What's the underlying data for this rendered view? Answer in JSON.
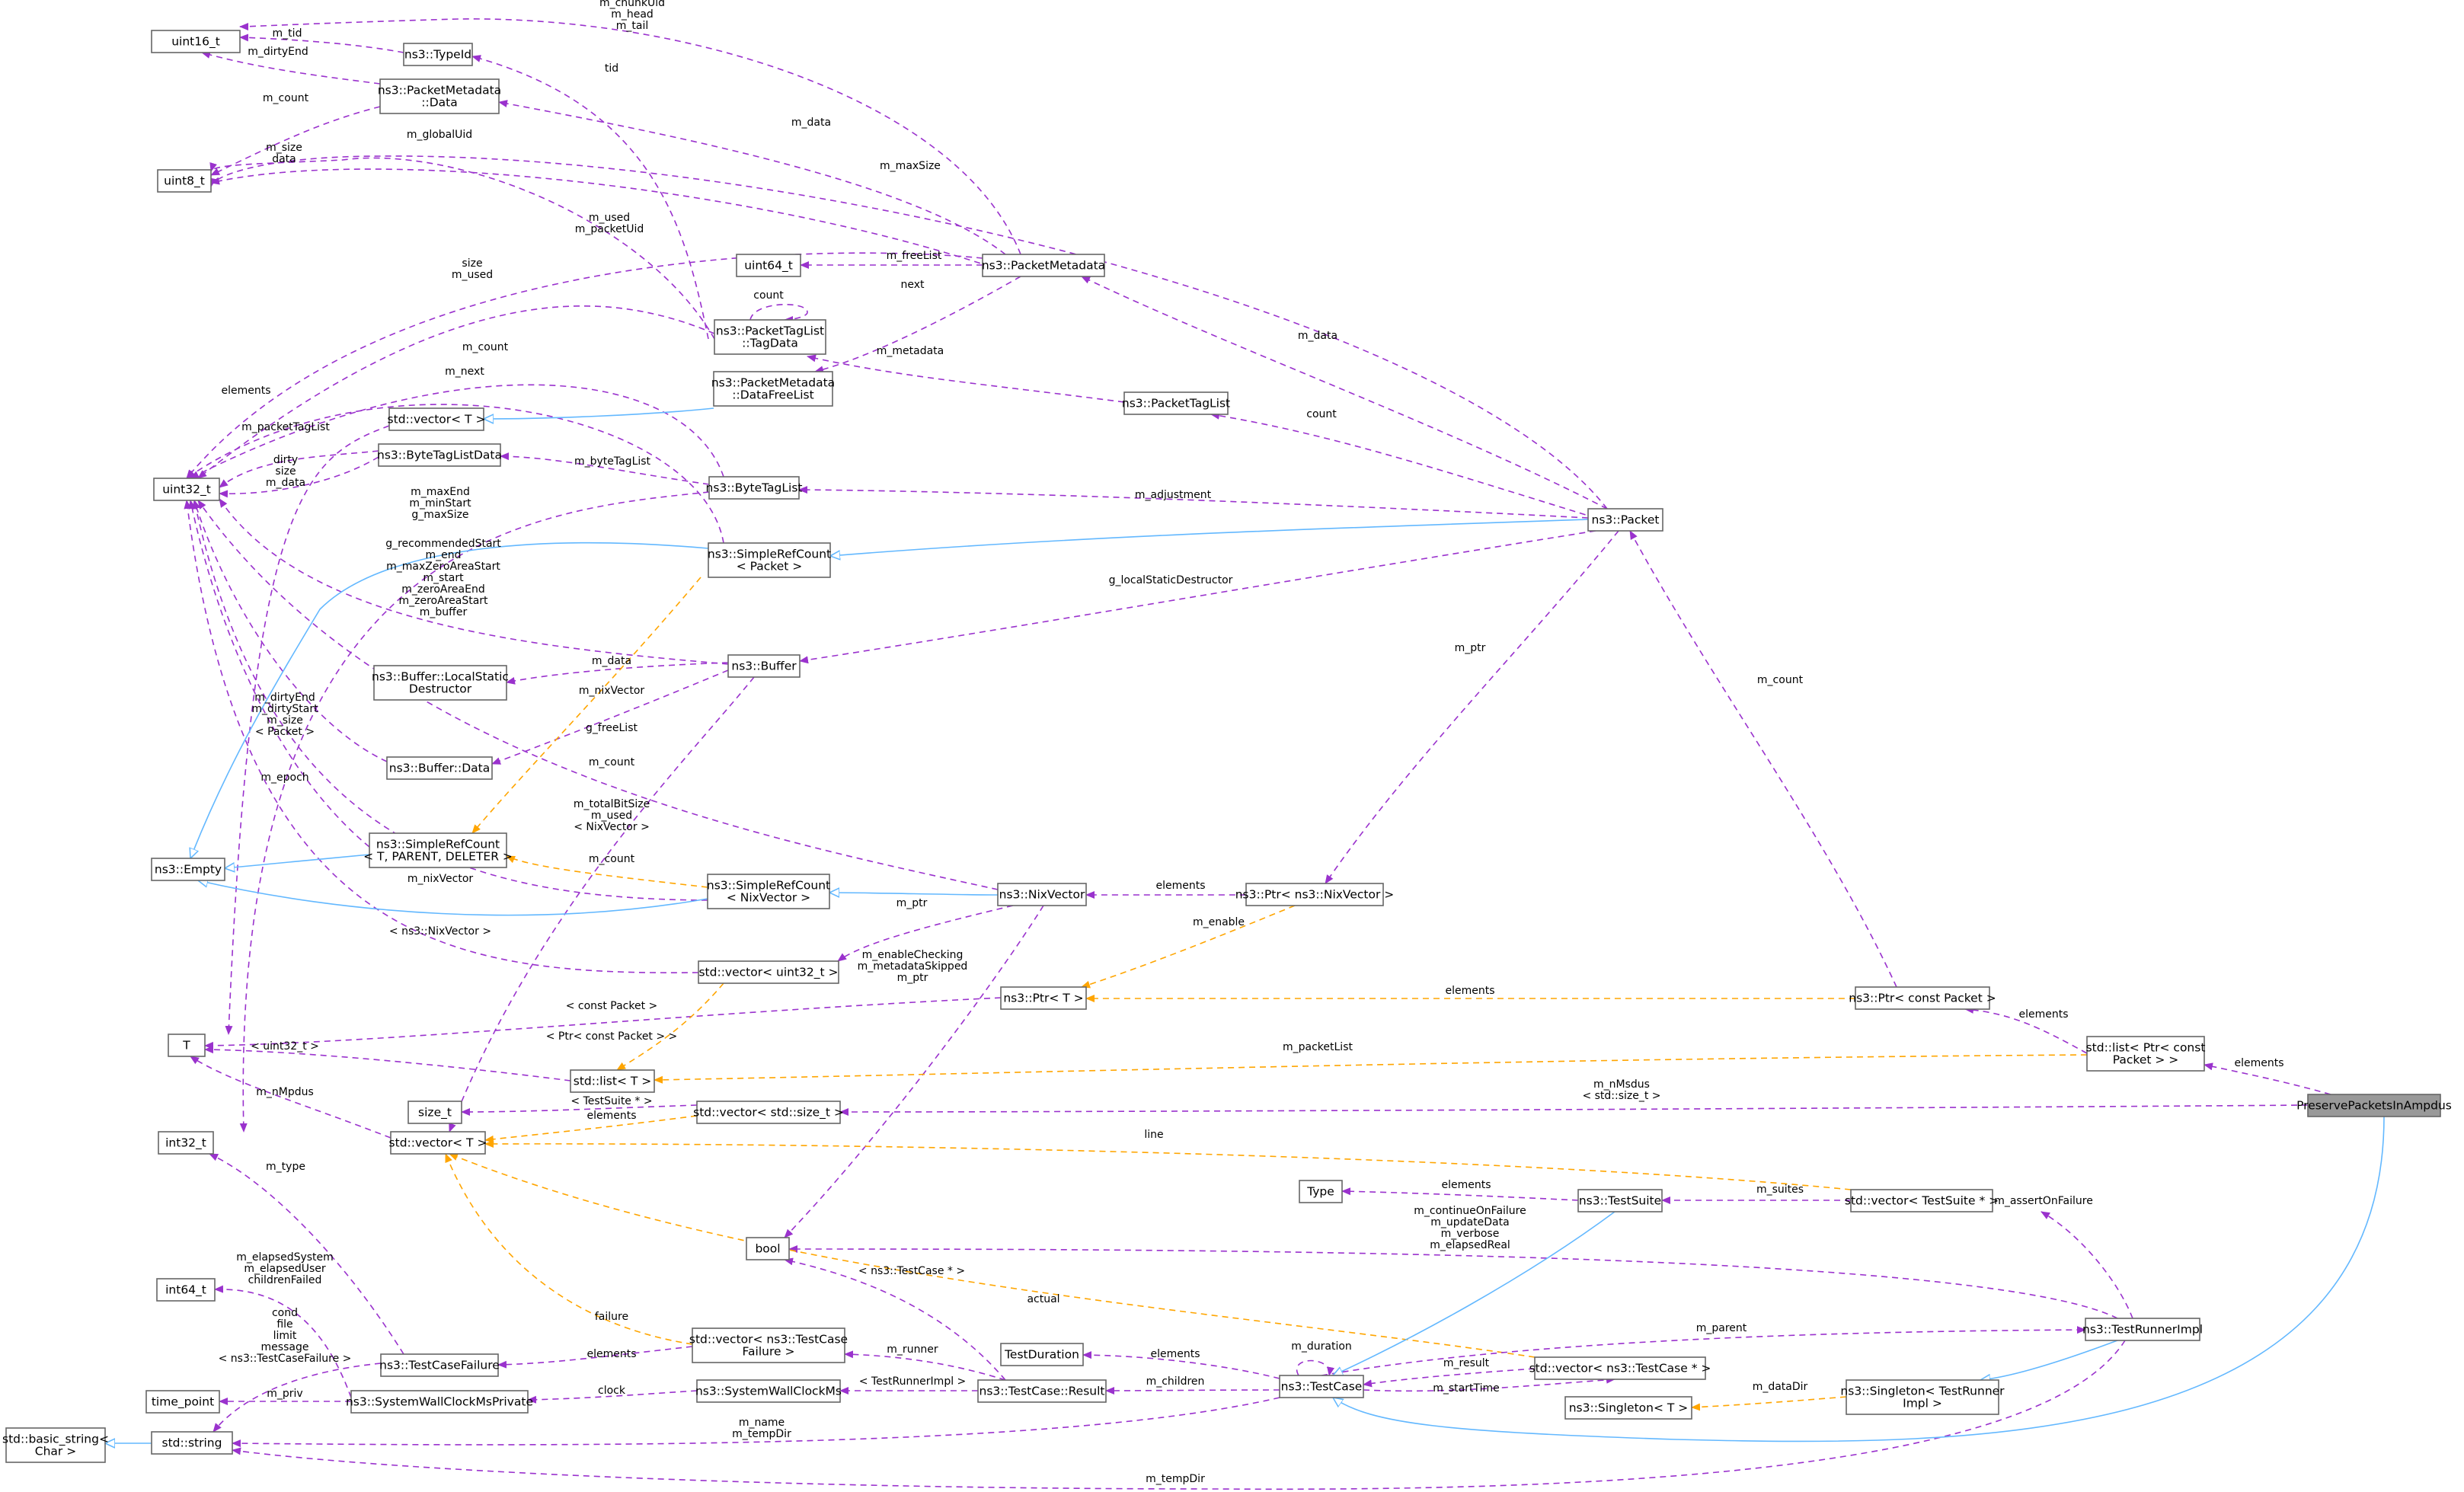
{
  "diagram": {
    "title": "PreservePacketsInAmpdus collaboration graph",
    "colors": {
      "usage": "#9a32cd",
      "inheritance": "#63b8ff",
      "template": "#ffa500",
      "highlight_fill": "#999999",
      "node_border": "#666666"
    },
    "nodes": [
      {
        "id": "uint16",
        "label": [
          "uint16_t"
        ]
      },
      {
        "id": "typeid",
        "label": [
          "ns3::TypeId"
        ]
      },
      {
        "id": "pmdata",
        "label": [
          "ns3::PacketMetadata",
          "::Data"
        ]
      },
      {
        "id": "uint8",
        "label": [
          "uint8_t"
        ]
      },
      {
        "id": "uint64",
        "label": [
          "uint64_t"
        ]
      },
      {
        "id": "pmeta",
        "label": [
          "ns3::PacketMetadata"
        ]
      },
      {
        "id": "tagdata",
        "label": [
          "ns3::PacketTagList",
          "::TagData"
        ]
      },
      {
        "id": "dfl",
        "label": [
          "ns3::PacketMetadata",
          "::DataFreeList"
        ]
      },
      {
        "id": "ptaglist",
        "label": [
          "ns3::PacketTagList"
        ]
      },
      {
        "id": "vecT1",
        "label": [
          "std::vector< T >"
        ]
      },
      {
        "id": "btld",
        "label": [
          "ns3::ByteTagListData"
        ]
      },
      {
        "id": "uint32",
        "label": [
          "uint32_t"
        ]
      },
      {
        "id": "btl",
        "label": [
          "ns3::ByteTagList"
        ]
      },
      {
        "id": "packet",
        "label": [
          "ns3::Packet"
        ]
      },
      {
        "id": "srcpkt",
        "label": [
          "ns3::SimpleRefCount",
          "< Packet >"
        ]
      },
      {
        "id": "buffer",
        "label": [
          "ns3::Buffer"
        ]
      },
      {
        "id": "lsd",
        "label": [
          "ns3::Buffer::LocalStatic",
          "Destructor"
        ]
      },
      {
        "id": "bufdata",
        "label": [
          "ns3::Buffer::Data"
        ]
      },
      {
        "id": "empty",
        "label": [
          "ns3::Empty"
        ]
      },
      {
        "id": "srcT",
        "label": [
          "ns3::SimpleRefCount",
          "< T, PARENT, DELETER >"
        ]
      },
      {
        "id": "srcnix",
        "label": [
          "ns3::SimpleRefCount",
          "< NixVector >"
        ]
      },
      {
        "id": "nix",
        "label": [
          "ns3::NixVector"
        ]
      },
      {
        "id": "ptrnix",
        "label": [
          "ns3::Ptr< ns3::NixVector >"
        ]
      },
      {
        "id": "vecu32",
        "label": [
          "std::vector< uint32_t >"
        ]
      },
      {
        "id": "ptrT",
        "label": [
          "ns3::Ptr< T >"
        ]
      },
      {
        "id": "ptrcp",
        "label": [
          "ns3::Ptr< const Packet >"
        ]
      },
      {
        "id": "T",
        "label": [
          "T"
        ]
      },
      {
        "id": "listT",
        "label": [
          "std::list< T >"
        ]
      },
      {
        "id": "listptr",
        "label": [
          "std::list< Ptr< const",
          "Packet > >"
        ]
      },
      {
        "id": "main",
        "label": [
          "PreservePacketsInAmpdus"
        ]
      },
      {
        "id": "sizet",
        "label": [
          "size_t"
        ]
      },
      {
        "id": "vecsize",
        "label": [
          "std::vector< std::size_t >"
        ]
      },
      {
        "id": "int32",
        "label": [
          "int32_t"
        ]
      },
      {
        "id": "vecT2",
        "label": [
          "std::vector< T >"
        ]
      },
      {
        "id": "type",
        "label": [
          "Type"
        ]
      },
      {
        "id": "tsuite",
        "label": [
          "ns3::TestSuite"
        ]
      },
      {
        "id": "vecsuite",
        "label": [
          "std::vector< TestSuite * >"
        ]
      },
      {
        "id": "bool",
        "label": [
          "bool"
        ]
      },
      {
        "id": "int64",
        "label": [
          "int64_t"
        ]
      },
      {
        "id": "vectcf",
        "label": [
          "std::vector< ns3::TestCase",
          "Failure >"
        ]
      },
      {
        "id": "tdur",
        "label": [
          "TestDuration"
        ]
      },
      {
        "id": "tcf",
        "label": [
          "ns3::TestCaseFailure"
        ]
      },
      {
        "id": "tcase",
        "label": [
          "ns3::TestCase"
        ]
      },
      {
        "id": "vectc",
        "label": [
          "std::vector< ns3::TestCase * >"
        ]
      },
      {
        "id": "runner",
        "label": [
          "ns3::TestRunnerImpl"
        ]
      },
      {
        "id": "timepoint",
        "label": [
          "time_point"
        ]
      },
      {
        "id": "swcp",
        "label": [
          "ns3::SystemWallClockMsPrivate"
        ]
      },
      {
        "id": "swc",
        "label": [
          "ns3::SystemWallClockMs"
        ]
      },
      {
        "id": "result",
        "label": [
          "ns3::TestCase::Result"
        ]
      },
      {
        "id": "singT",
        "label": [
          "ns3::Singleton< T >"
        ]
      },
      {
        "id": "singR",
        "label": [
          "ns3::Singleton< TestRunner",
          "Impl >"
        ]
      },
      {
        "id": "bstr",
        "label": [
          "std::basic_string<",
          "Char >"
        ]
      },
      {
        "id": "string",
        "label": [
          "std::string"
        ]
      }
    ],
    "edge_labels": [
      "m_chunkUid",
      "m_head",
      "m_tail",
      "m_tid",
      "m_dirtyEnd",
      "tid",
      "m_data",
      "m_count",
      "m_size",
      "data",
      "m_globalUid",
      "m_maxSize",
      "m_used",
      "m_packetUid",
      "m_freeList",
      "next",
      "count",
      "size",
      "m_used",
      "m_count",
      "m_next",
      "m_metadata",
      "m_data",
      "elements",
      "m_packetTagList",
      "count",
      "dirty",
      "size",
      "m_data",
      "m_byteTagList",
      "m_adjustment",
      "m_maxEnd",
      "m_minStart",
      "g_maxSize",
      "g_recommendedStart",
      "m_end",
      "m_maxZeroAreaStart",
      "m_start",
      "m_zeroAreaEnd",
      "m_zeroAreaStart",
      "m_buffer",
      "g_localStaticDestructor",
      "m_data",
      "m_nixVector",
      "m_ptr",
      "m_count",
      "m_dirtyEnd",
      "m_dirtyStart",
      "m_size",
      "< Packet >",
      "g_freeList",
      "m_count",
      "m_epoch",
      "m_totalBitSize",
      "m_used",
      "< NixVector >",
      "m_count",
      "m_nixVector",
      "m_ptr",
      "elements",
      "< ns3::NixVector >",
      "m_enable",
      "m_enableChecking",
      "m_metadataSkipped",
      "m_ptr",
      "< const Packet >",
      "elements",
      "elements",
      "< uint32_t >",
      "< Ptr< const Packet > >",
      "m_packetList",
      "elements",
      "m_nMpdus",
      "m_nMsdus",
      "< std::size_t >",
      "elements",
      "< TestSuite * >",
      "line",
      "m_type",
      "elements",
      "m_suites",
      "m_assertOnFailure",
      "m_continueOnFailure",
      "m_updateData",
      "m_verbose",
      "m_elapsedReal",
      "m_elapsedSystem",
      "m_elapsedUser",
      "childrenFailed",
      "< ns3::TestCase * >",
      "actual",
      "cond",
      "file",
      "limit",
      "message",
      "< ns3::TestCaseFailure >",
      "failure",
      "m_runner",
      "m_parent",
      "m_duration",
      "elements",
      "elements",
      "m_result",
      "m_children",
      "m_startTime",
      "m_priv",
      "clock",
      "< TestRunnerImpl >",
      "m_dataDir",
      "m_name",
      "m_tempDir"
    ]
  }
}
